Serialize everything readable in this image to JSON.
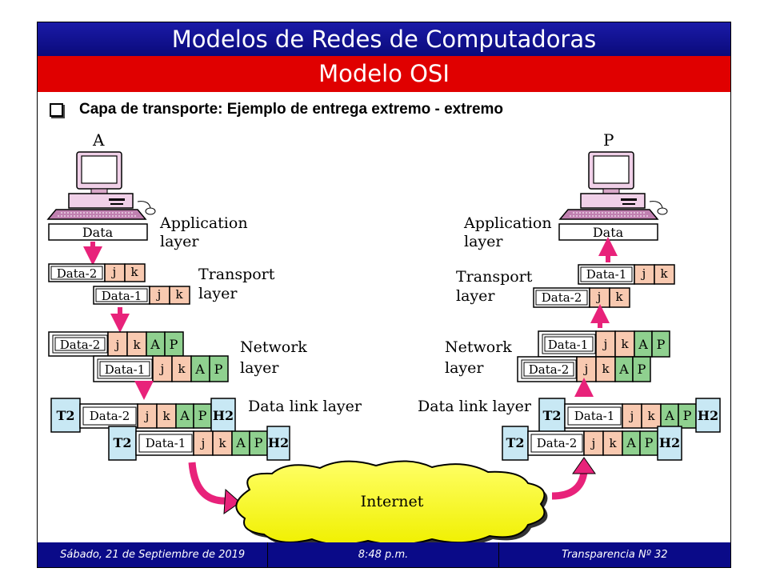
{
  "slide": {
    "title": "Modelos de Redes de Computadoras",
    "subtitle": "Modelo OSI",
    "bullet": "Capa de transporte: Ejemplo de entrega extremo - extremo"
  },
  "diagram": {
    "host_left": "A",
    "host_right": "P",
    "layers": {
      "application": [
        "Application",
        "layer"
      ],
      "transport": [
        "Transport",
        "layer"
      ],
      "network": [
        "Network",
        "layer"
      ],
      "datalink": "Data link layer"
    },
    "labels": {
      "data": "Data",
      "data1": "Data-1",
      "data2": "Data-2",
      "j": "j",
      "k": "k",
      "A": "A",
      "P": "P",
      "T2": "T2",
      "H2": "H2",
      "internet": "Internet"
    },
    "colors": {
      "transport_header": "#f8c9b0",
      "network_header": "#8fd08f",
      "link_header": "#c8e8f4",
      "cloud": "#ffff44",
      "arrow": "#e8227a"
    }
  },
  "footer": {
    "date": "Sábado, 21 de Septiembre de 2019",
    "time": "8:48 p.m.",
    "slide_number": "Transparencia Nº 32"
  }
}
